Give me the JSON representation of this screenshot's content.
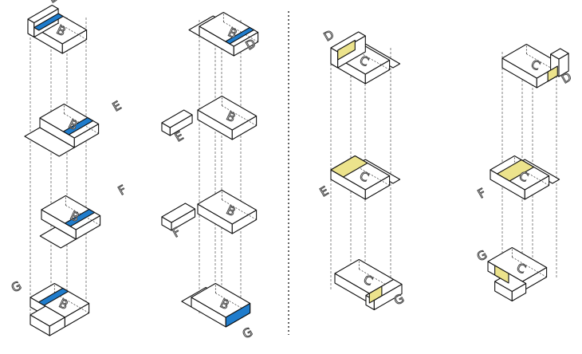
{
  "colors": {
    "blue": "#1f7ccc",
    "yellow": "#ece38c",
    "line": "#111111"
  },
  "left_group": {
    "main_label": "B",
    "columns": [
      {
        "modules": [
          {
            "label": "D"
          },
          {
            "label": "E"
          },
          {
            "label": "F"
          },
          {
            "label": "G"
          }
        ]
      },
      {
        "modules": [
          {
            "label": "D"
          },
          {
            "label": "E"
          },
          {
            "label": "F"
          },
          {
            "label": "G"
          }
        ]
      }
    ]
  },
  "right_group": {
    "main_label": "C",
    "columns": [
      {
        "modules": [
          {
            "label": "D"
          },
          {
            "label": "E"
          },
          {
            "label": "G"
          }
        ]
      },
      {
        "modules": [
          {
            "label": "D"
          },
          {
            "label": "F"
          },
          {
            "label": "G"
          }
        ]
      }
    ]
  }
}
